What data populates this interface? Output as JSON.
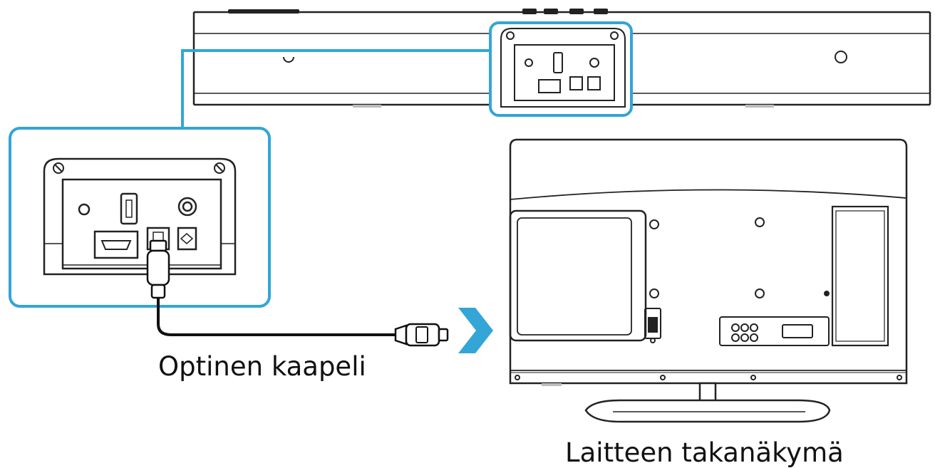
{
  "labels": {
    "optical_cable": "Optinen kaapeli",
    "device_rear_view": "Laitteen takanäkymä"
  },
  "colors": {
    "highlight": "#33a5d6",
    "line": "#222222",
    "cable": "#111111",
    "background": "#ffffff"
  },
  "icons": [
    "soundbar",
    "port-panel",
    "usb-port",
    "hdmi-port",
    "optical-port",
    "dc-power-port",
    "optical-cable",
    "chevron-right-arrow",
    "tv-back"
  ]
}
